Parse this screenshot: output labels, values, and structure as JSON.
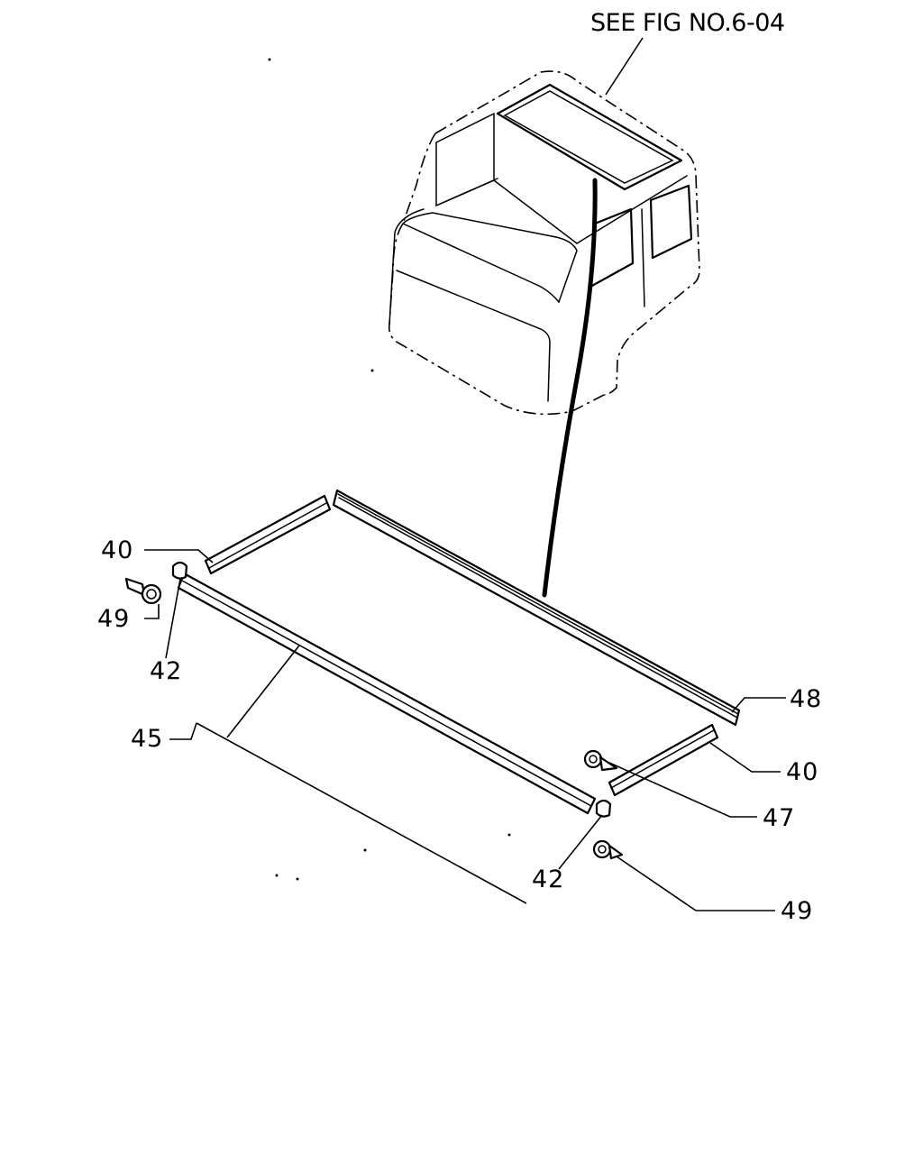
{
  "figure": {
    "reference_note": "SEE FIG NO.6-04",
    "callouts": [
      {
        "id": "c40a",
        "label": "40"
      },
      {
        "id": "c49a",
        "label": "49"
      },
      {
        "id": "c42a",
        "label": "42"
      },
      {
        "id": "c45",
        "label": "45"
      },
      {
        "id": "c48",
        "label": "48"
      },
      {
        "id": "c40b",
        "label": "40"
      },
      {
        "id": "c47",
        "label": "47"
      },
      {
        "id": "c42b",
        "label": "42"
      },
      {
        "id": "c49b",
        "label": "49"
      }
    ]
  },
  "colors": {
    "line": "#000000",
    "background": "#ffffff"
  }
}
